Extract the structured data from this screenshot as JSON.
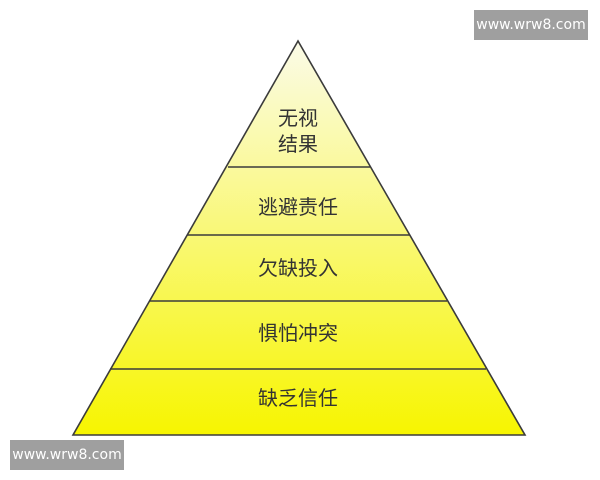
{
  "pyramid": {
    "tiers": [
      {
        "lines": [
          "无视",
          "结果"
        ]
      },
      {
        "lines": [
          "逃避责任"
        ]
      },
      {
        "lines": [
          "欠缺投入"
        ]
      },
      {
        "lines": [
          "惧怕冲突"
        ]
      },
      {
        "lines": [
          "缺乏信任"
        ]
      }
    ],
    "colors": {
      "top": "#fbfbe8",
      "bottom": "#f7f500",
      "outline": "#3b3b3b",
      "label": "#333333"
    }
  },
  "watermarks": {
    "top_right": "www.wrw8.com",
    "bottom_left": "www.wrw8.com"
  }
}
